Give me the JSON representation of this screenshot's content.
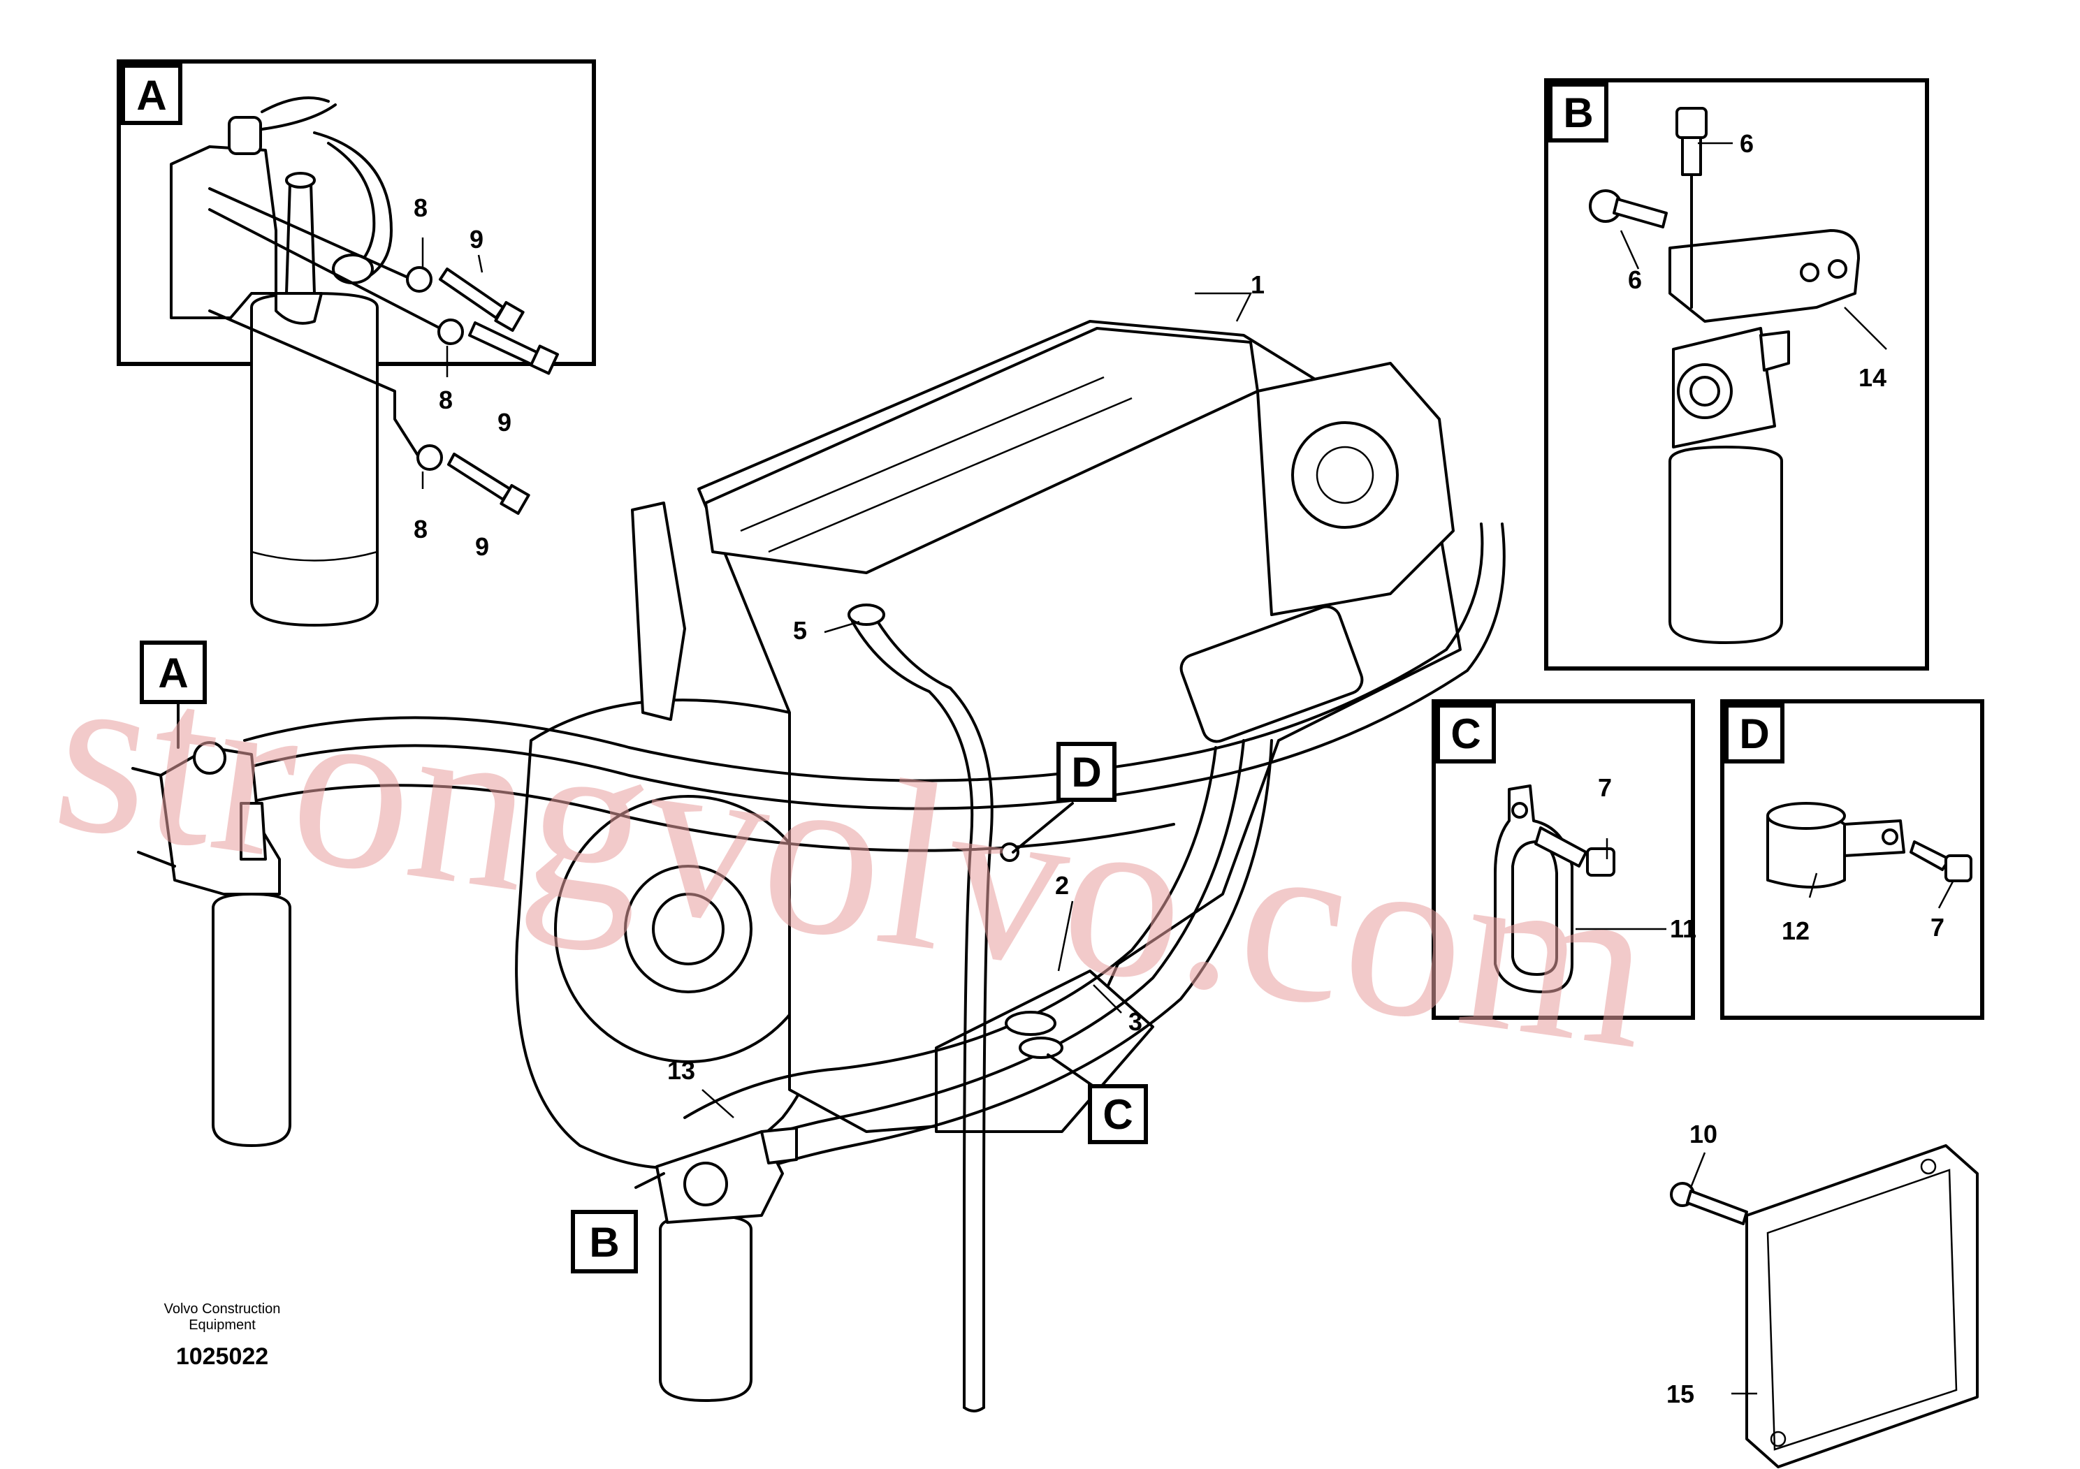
{
  "watermark": "strongvolvo.com",
  "detail_tags": [
    "A",
    "B",
    "C",
    "D"
  ],
  "callouts": {
    "n1": "1",
    "n2": "2",
    "n3": "3",
    "n5": "5",
    "n6": "6",
    "n7": "7",
    "n8": "8",
    "n9": "9",
    "n10": "10",
    "n11": "11",
    "n12": "12",
    "n13": "13",
    "n14": "14",
    "n15": "15"
  },
  "footer": {
    "publisher_line1": "Volvo Construction",
    "publisher_line2": "Equipment",
    "drawing_number": "1025022"
  }
}
